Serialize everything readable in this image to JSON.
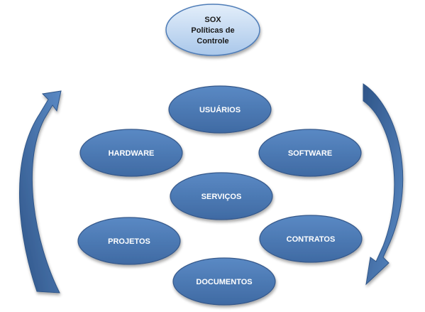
{
  "title": {
    "lines": [
      "SOX",
      "Políticas de",
      "Controle"
    ]
  },
  "nodes": {
    "usuarios": "USUÁRIOS",
    "hardware": "HARDWARE",
    "software": "SOFTWARE",
    "servicos": "SERVIÇOS",
    "projetos": "PROJETOS",
    "contratos": "CONTRATOS",
    "documentos": "DOCUMENTOS"
  },
  "colors": {
    "node_fill": "#4f7db8",
    "node_stroke": "#36588a",
    "title_fill": "#c7dcf2",
    "title_stroke": "#4f7db8",
    "arrow_fill": "#4f7db8",
    "arrow_dark": "#33598c"
  }
}
